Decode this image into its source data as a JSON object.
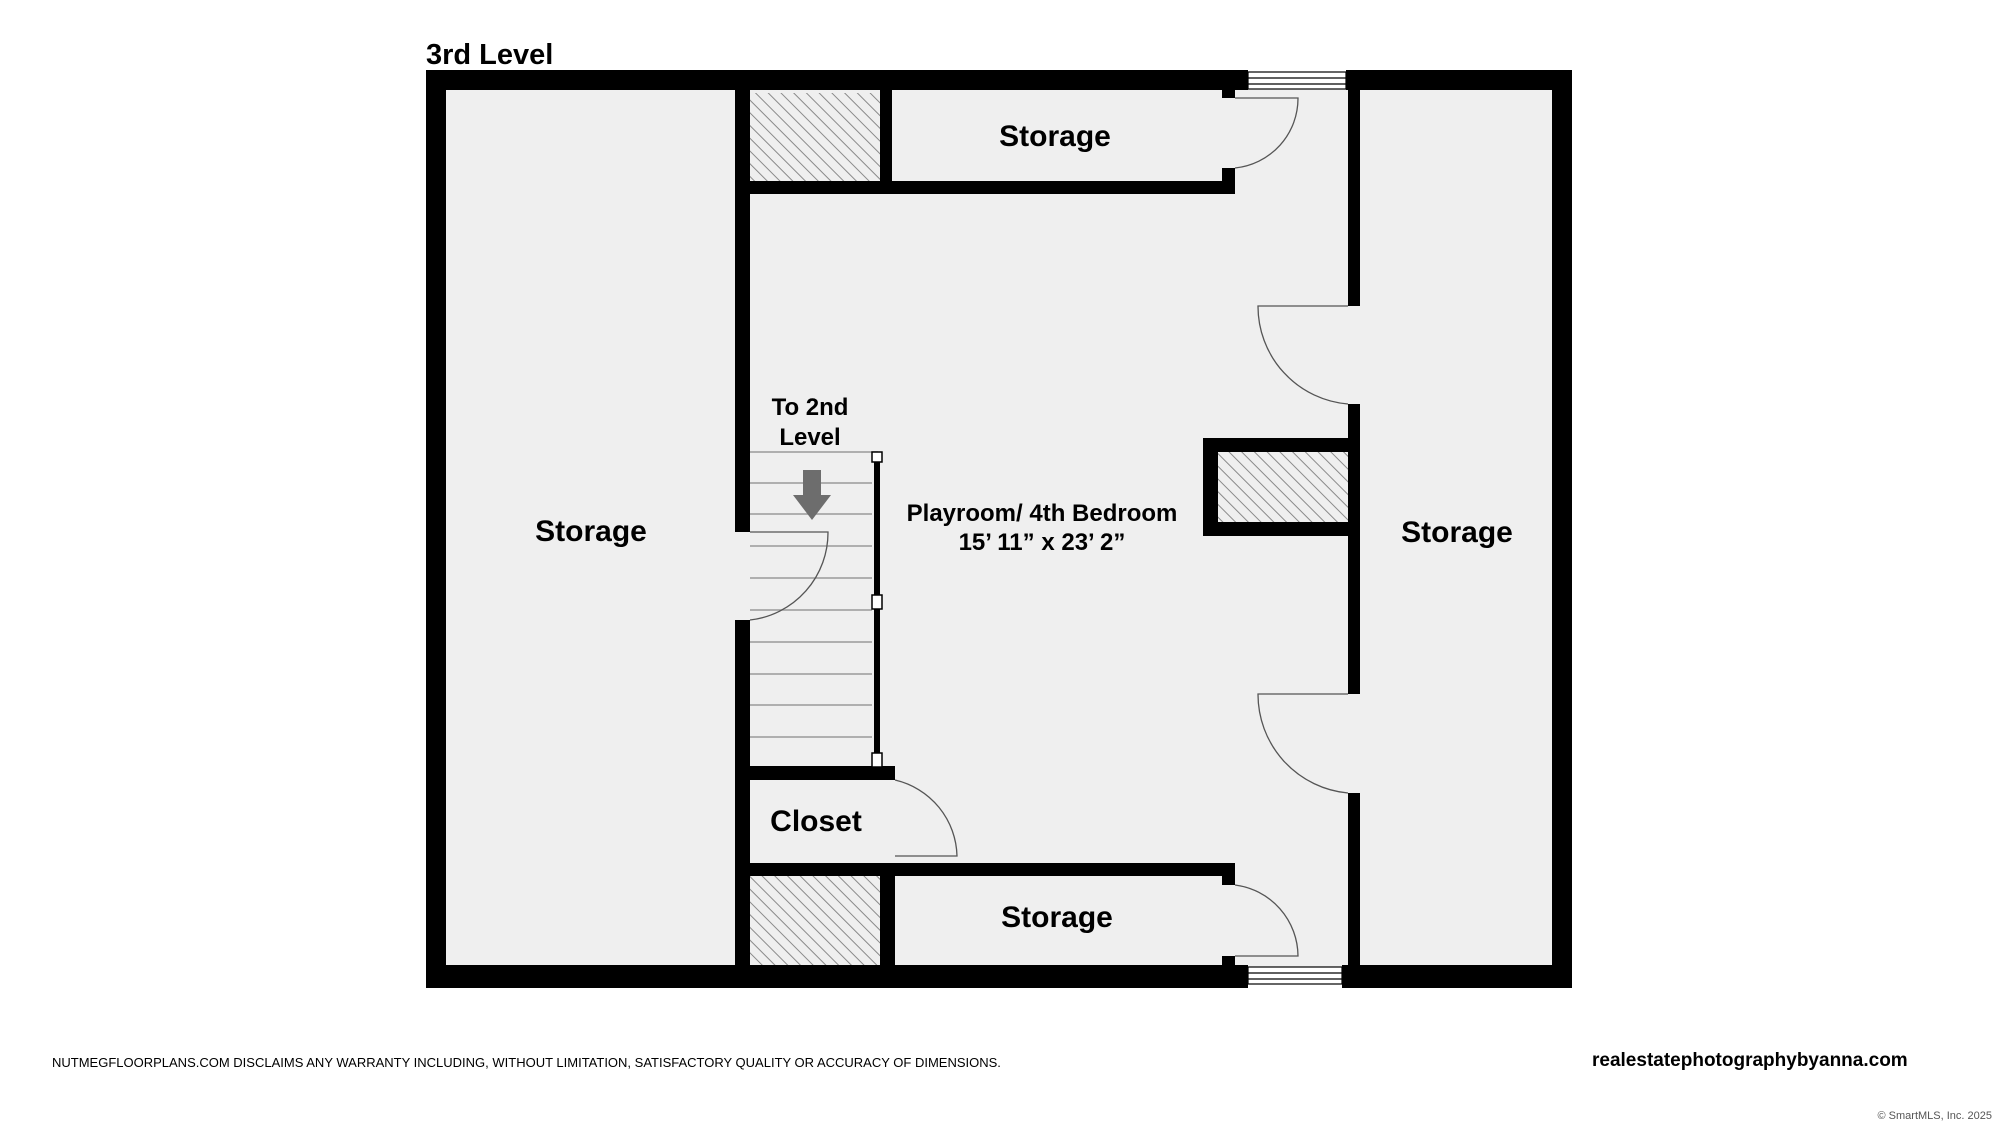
{
  "level_title": "3rd Level",
  "rooms": {
    "storage_left": "Storage",
    "storage_top": "Storage",
    "storage_right": "Storage",
    "storage_bottom": "Storage",
    "closet": "Closet",
    "stairs_line1": "To 2nd",
    "stairs_line2": "Level",
    "playroom_name": "Playroom/ 4th Bedroom",
    "playroom_dims": "15’ 11” x 23’ 2”"
  },
  "footer": {
    "disclaimer": "NUTMEGFLOORPLANS.COM DISCLAIMS ANY WARRANTY INCLUDING, WITHOUT LIMITATION, SATISFACTORY QUALITY OR ACCURACY OF DIMENSIONS.",
    "website": "realestatephotographybyanna.com",
    "copyright": "© SmartMLS, Inc.  2025"
  },
  "colors": {
    "wall": "#000000",
    "floor": "#efefef",
    "hatch": "#8a8a8a",
    "arrow": "#6d6d6d"
  }
}
